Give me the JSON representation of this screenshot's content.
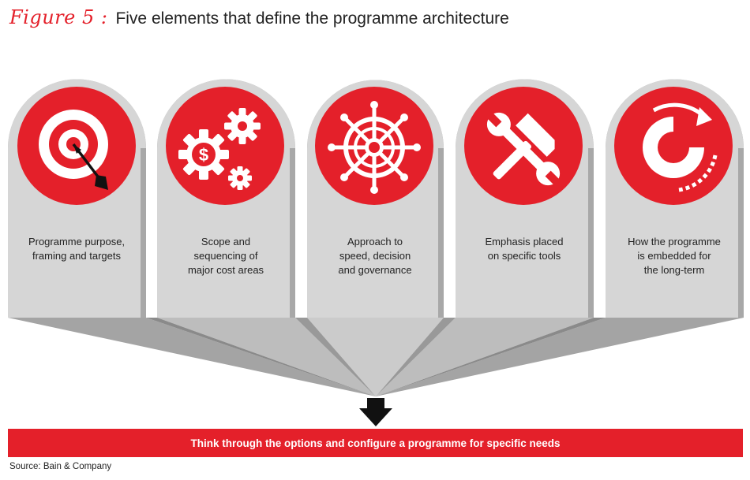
{
  "header": {
    "figure_label": "Figure 5 :",
    "title": "Five elements that define the programme architecture"
  },
  "elements": [
    {
      "label": "Programme purpose,\nframing and targets",
      "icon": "target-icon"
    },
    {
      "label": "Scope and\nsequencing of\nmajor cost areas",
      "icon": "gears-dollar-icon"
    },
    {
      "label": "Approach to\nspeed, decision\nand governance",
      "icon": "ship-wheel-icon"
    },
    {
      "label": "Emphasis placed\non specific tools",
      "icon": "hammer-wrench-icon"
    },
    {
      "label": "How the programme\nis embedded for\nthe long-term",
      "icon": "cycle-arrow-icon"
    }
  ],
  "banner": {
    "text": "Think through the options and configure a programme for specific needs"
  },
  "footer": {
    "source": "Source: Bain & Company"
  },
  "colors": {
    "accent": "#e4202a",
    "card": "#d6d6d6",
    "card_shadow": "#a8a8a8",
    "funnel_light": "#c4c4c4",
    "funnel_dark": "#9a9a9a"
  }
}
